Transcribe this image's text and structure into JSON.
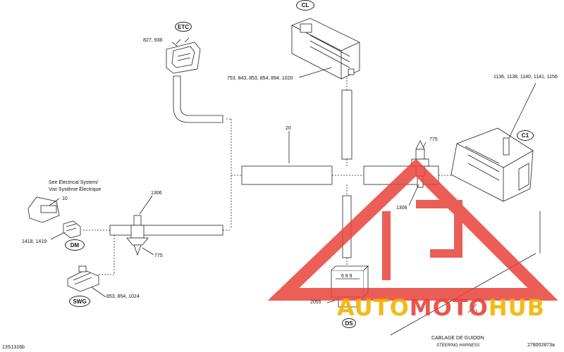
{
  "connectors": {
    "cl": "CL",
    "etc": "ETC",
    "c1": "C1",
    "dm": "DM",
    "swg": "SWG",
    "ds": "DS"
  },
  "labels": {
    "etc_pins": "827, 938",
    "cl_pins": "753, 843, 853, 854, 894, 1020",
    "c1_pins": "1136, 1138, 1140, 1141, 1156",
    "main_harness": "20",
    "top_right_clip": "775",
    "right_clip": "1306",
    "left_clip": "1306",
    "left_tie": "775",
    "see_electrical_1": "See Electrical System/",
    "see_electrical_2": "Voir Système Électrique",
    "dm_ref": "10",
    "dm_pins": "1418, 1419",
    "swg_pins": "853, 854, 1024",
    "ds_pins": "6  8  9",
    "ds_part": "2055",
    "item_one": "1"
  },
  "footer": {
    "code_left": "13S1316b",
    "title_fr": "CABLAGE DE GUIDON",
    "title_en": "STEERING HARNESS",
    "code_right": "278002873a"
  },
  "watermark": {
    "text_auto": "AUTO",
    "text_moto": "MOTO",
    "text_hub": "HUB",
    "color_red": "#e8433a",
    "color_gold": "#f2b400"
  }
}
